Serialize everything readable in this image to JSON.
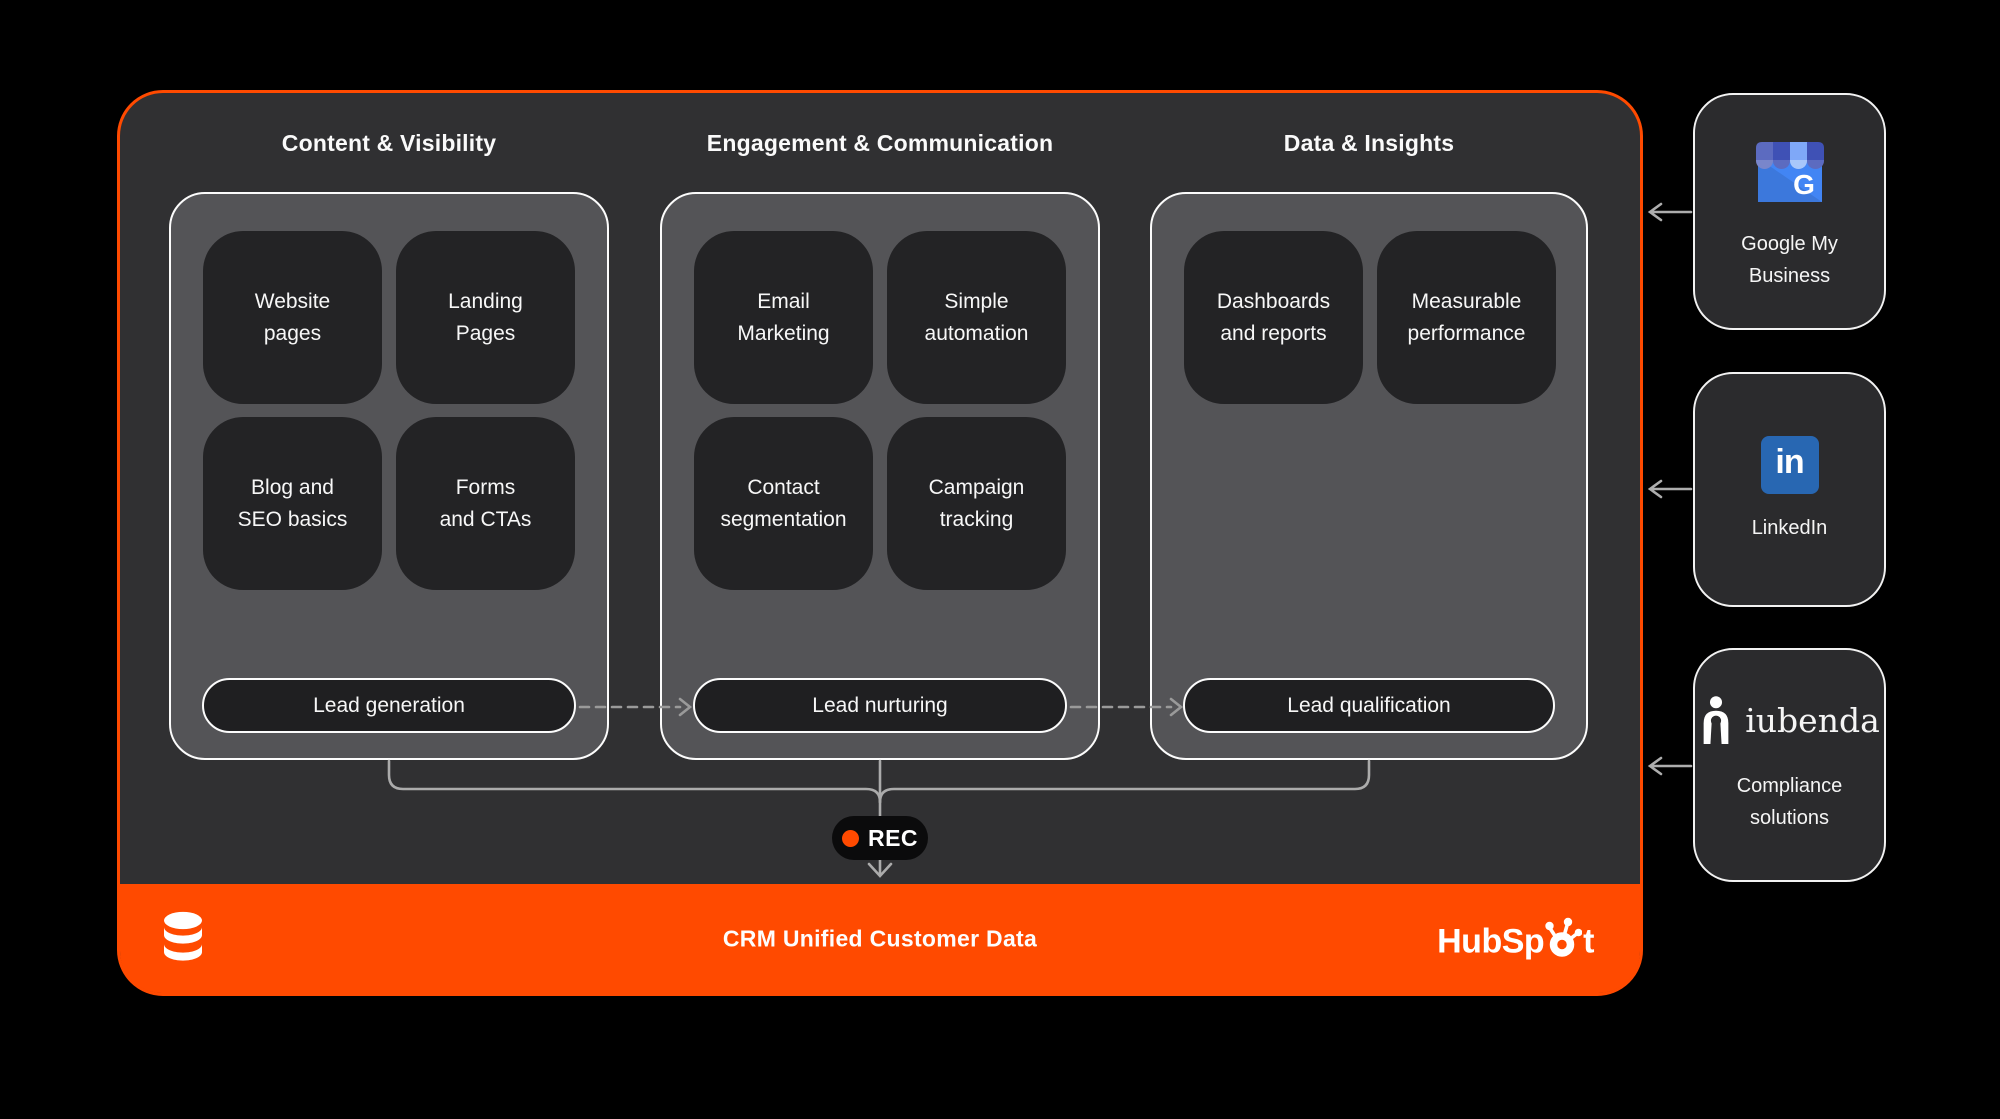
{
  "main": {
    "accent_color": "#FF4A00",
    "container_color": "#303032",
    "columns": [
      {
        "header": "Content & Visibility",
        "cards": [
          "Website\npages",
          "Landing\nPages",
          "Blog and\nSEO basics",
          "Forms\nand CTAs"
        ],
        "pill": "Lead generation"
      },
      {
        "header": "Engagement & Communication",
        "cards": [
          "Email\nMarketing",
          "Simple\nautomation",
          "Contact\nsegmentation",
          "Campaign\ntracking"
        ],
        "pill": "Lead nurturing"
      },
      {
        "header": "Data & Insights",
        "cards": [
          "Dashboards\nand reports",
          "Measurable\nperformance"
        ],
        "pill": "Lead qualification"
      }
    ],
    "rec": {
      "label": "REC",
      "dot_color": "#FF4A00"
    },
    "crm_bar": {
      "title": "CRM Unified Customer Data",
      "brand_prefix": "HubSp",
      "brand_suffix": "t",
      "bar_color": "#FF4A00"
    }
  },
  "integrations": [
    {
      "label": "Google My\nBusiness",
      "icon_letter": "G"
    },
    {
      "label": "LinkedIn",
      "icon_text": "in"
    },
    {
      "wordmark": "iubenda",
      "label": "Compliance\nsolutions"
    }
  ]
}
